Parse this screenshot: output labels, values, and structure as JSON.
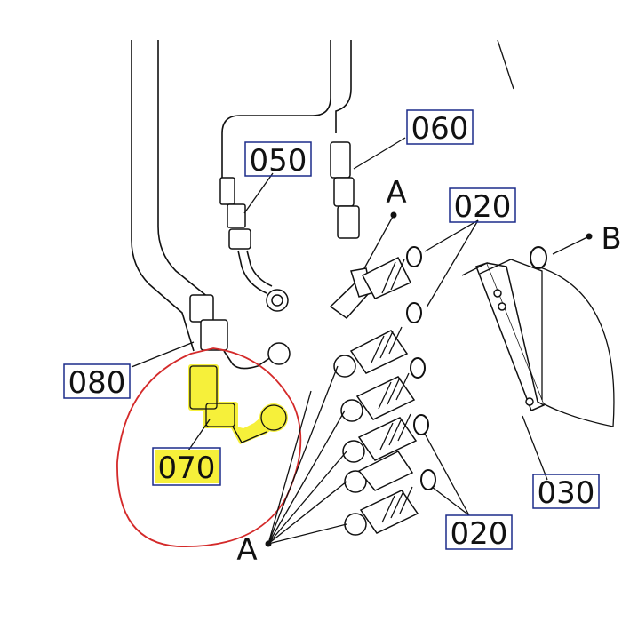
{
  "labels": {
    "p050": "050",
    "p060": "060",
    "p020_top": "020",
    "p020_bottom": "020",
    "p030": "030",
    "p080": "080",
    "p070": "070",
    "ref_a_top": "A",
    "ref_a_bottom": "A",
    "ref_b": "B"
  },
  "colors": {
    "highlight": "#f6f03a",
    "circle": "#d42a2a",
    "label_box": "#1b2b8a"
  }
}
